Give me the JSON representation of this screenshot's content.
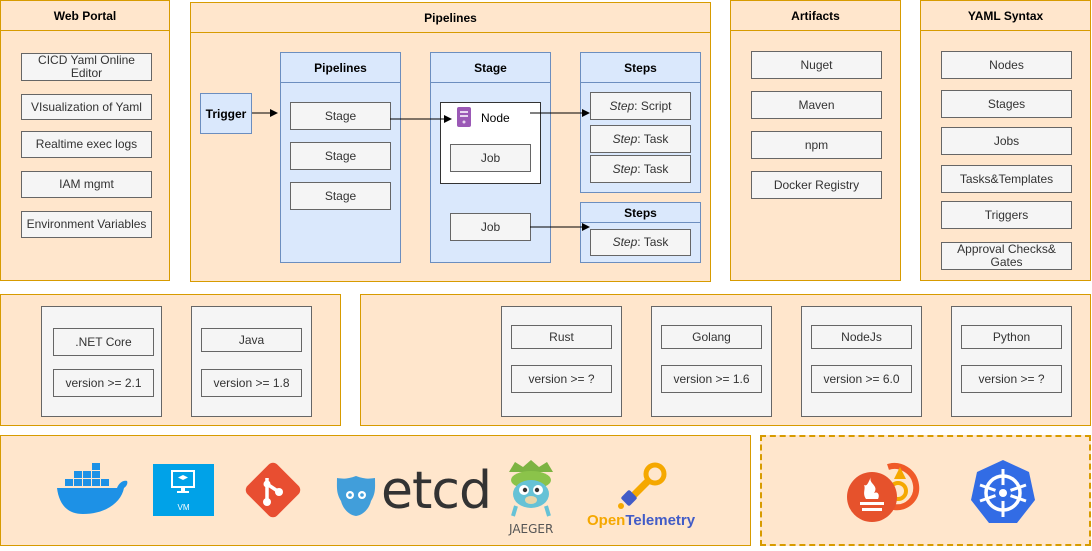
{
  "web_portal": {
    "title": "Web Portal",
    "items": [
      "CICD Yaml Online Editor",
      "VIsualization of Yaml",
      "Realtime exec logs",
      "IAM mgmt",
      "Environment Variables"
    ]
  },
  "pipelines_section": {
    "title": "Pipelines",
    "trigger": "Trigger",
    "pipelines_col": {
      "title": "Pipelines",
      "stages": [
        "Stage",
        "Stage",
        "Stage"
      ]
    },
    "stage_col": {
      "title": "Stage",
      "node": "Node",
      "job_in_node": "Job",
      "job_alone": "Job"
    },
    "steps_top": {
      "title": "Steps",
      "items": [
        {
          "prefix": "Step",
          "suffix": ": Script"
        },
        {
          "prefix": "Step",
          "suffix": ": Task"
        },
        {
          "prefix": "Step",
          "suffix": ": Task"
        }
      ]
    },
    "steps_bottom": {
      "title": "Steps",
      "items": [
        {
          "prefix": "Step",
          "suffix": ": Task"
        }
      ]
    }
  },
  "artifacts": {
    "title": "Artifacts",
    "items": [
      "Nuget",
      "Maven",
      "npm",
      "Docker Registry"
    ]
  },
  "yaml_syntax": {
    "title": "YAML Syntax",
    "items": [
      "Nodes",
      "Stages",
      "Jobs",
      "Tasks&Templates",
      "Triggers",
      "Approval Checks& Gates"
    ]
  },
  "runtimes_left": [
    {
      "name": ".NET Core",
      "version": "version >= 2.1"
    },
    {
      "name": "Java",
      "version": "version >= 1.8"
    }
  ],
  "runtimes_right": [
    {
      "name": "Rust",
      "version": "version >= ?"
    },
    {
      "name": "Golang",
      "version": "version >= 1.6"
    },
    {
      "name": "NodeJs",
      "version": "version >= 6.0"
    },
    {
      "name": "Python",
      "version": "version >= ?"
    }
  ],
  "infra_logos": {
    "docker": "docker-icon",
    "vm": {
      "icon": "vm-icon",
      "label": "VM"
    },
    "git": "git-icon",
    "etcd": {
      "icon": "etcd-icon",
      "label": "etcd"
    },
    "jaeger": {
      "icon": "jaeger-icon",
      "label": "JAEGER"
    },
    "opentelemetry": {
      "icon": "opentelemetry-icon",
      "label_open": "Open",
      "label_telemetry": "Telemetry"
    }
  },
  "monitoring_logos": {
    "prometheus_grafana": "prometheus-grafana-icon",
    "kubernetes": "kubernetes-icon"
  },
  "colors": {
    "panel_fill": "#ffe6cc",
    "panel_border": "#d79b00",
    "container_fill": "#dae8fc",
    "container_border": "#6c8ebf",
    "box_fill": "#f5f5f5",
    "box_border": "#666666",
    "docker_blue": "#1d91e6",
    "vm_blue": "#00a2e8",
    "git_red": "#e84e31",
    "otel_orange": "#f5a800",
    "otel_blue": "#425cc7",
    "kubernetes_blue": "#326ce5",
    "grafana_orange": "#f05a28"
  }
}
